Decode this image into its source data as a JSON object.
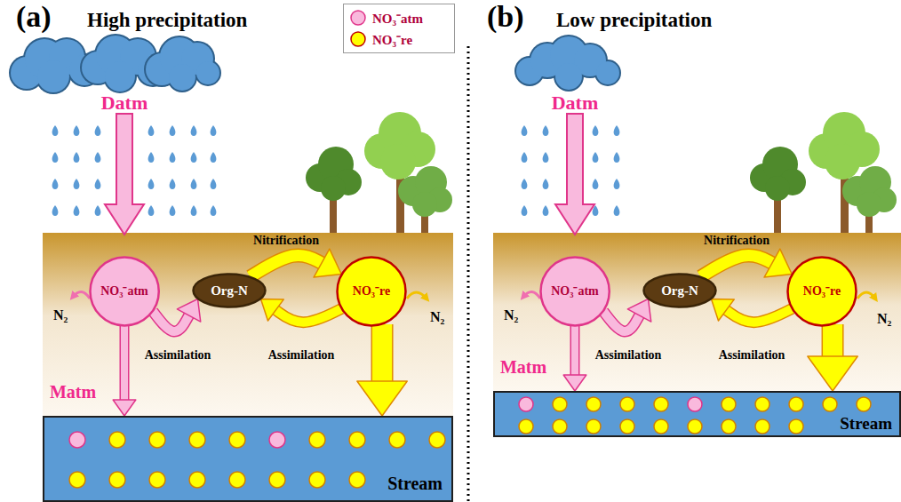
{
  "diagram": {
    "nodes": [
      {
        "text": [
          "NO₃⁻atm"
        ]
      },
      {
        "text": [
          "Org-N"
        ]
      },
      {
        "text": [
          "NO₃⁻re"
        ]
      },
      {
        "text": [
          "Stream"
        ]
      },
      {
        "text": [
          "NO₃⁻atm"
        ]
      },
      {
        "text": [
          "Org-N"
        ]
      },
      {
        "text": [
          "NO₃⁻re"
        ]
      },
      {
        "text": [
          "Stream"
        ]
      }
    ],
    "edges": [
      {
        "from": 0,
        "to": 1,
        "label": "Assimilation",
        "arrow": "to"
      },
      {
        "from": 1,
        "to": 2,
        "label": "Nitrification",
        "arrow": "to"
      },
      {
        "from": 2,
        "to": 1,
        "label": "Assimilation",
        "arrow": "to"
      },
      {
        "from": 0,
        "to": 3,
        "label": "Matm",
        "arrow": "to"
      },
      {
        "from": 2,
        "to": 3,
        "arrow": "to"
      },
      {
        "from": 4,
        "to": 5,
        "label": "Assimilation",
        "arrow": "to"
      },
      {
        "from": 5,
        "to": 6,
        "label": "Nitrification",
        "arrow": "to"
      },
      {
        "from": 6,
        "to": 5,
        "label": "Assimilation",
        "arrow": "to"
      },
      {
        "from": 4,
        "to": 7,
        "label": "Matm",
        "arrow": "to"
      },
      {
        "from": 6,
        "to": 7,
        "arrow": "to"
      }
    ],
    "labels": [
      "(a)",
      "High precipitation",
      "(b)",
      "Low precipitation",
      "Datm",
      "N₂",
      "N₂",
      "Datm",
      "N₂",
      "N₂"
    ],
    "legend": [
      {
        "text": "NO₃⁻atm",
        "color": "#f9b9dd"
      },
      {
        "text": "NO₃⁻re",
        "color": "#ffff00"
      }
    ]
  }
}
